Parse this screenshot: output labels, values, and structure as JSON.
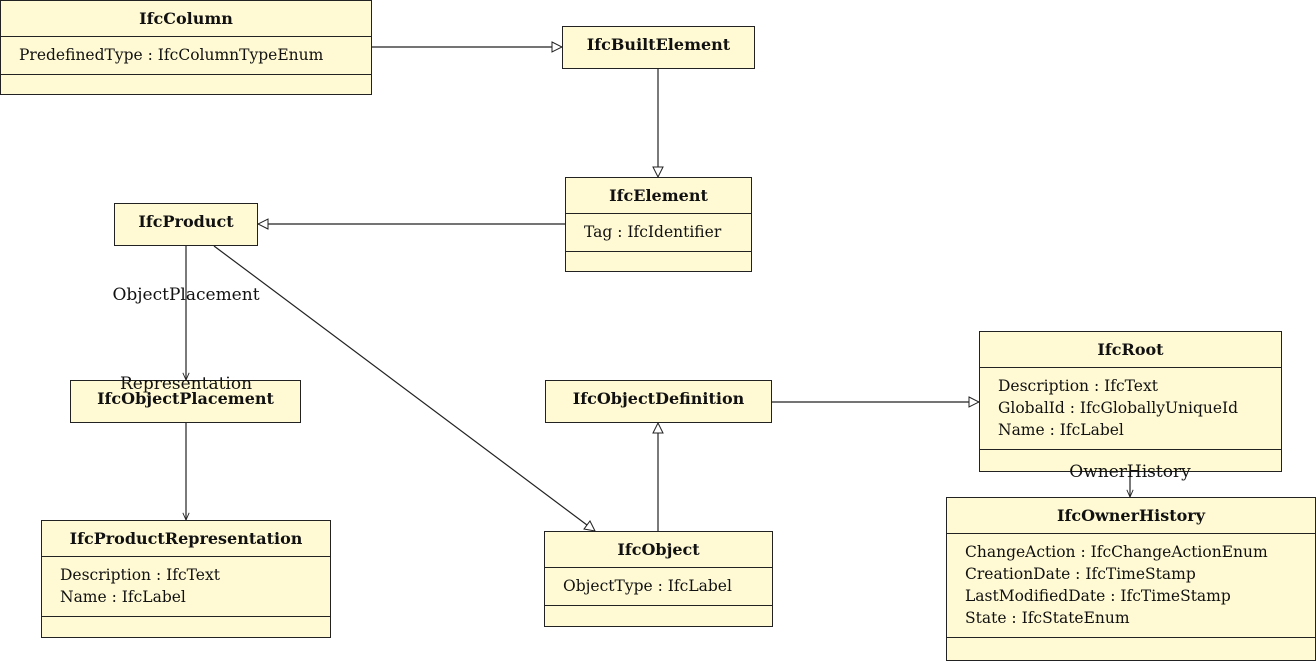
{
  "classes": {
    "ifc_column": {
      "name": "IfcColumn",
      "attrs": [
        "PredefinedType : IfcColumnTypeEnum"
      ]
    },
    "ifc_built_element": {
      "name": "IfcBuiltElement"
    },
    "ifc_element": {
      "name": "IfcElement",
      "attrs": [
        "Tag : IfcIdentifier"
      ]
    },
    "ifc_product": {
      "name": "IfcProduct"
    },
    "ifc_object_placement": {
      "name": "IfcObjectPlacement"
    },
    "ifc_product_representation": {
      "name": "IfcProductRepresentation",
      "attrs": [
        "Description : IfcText",
        "Name : IfcLabel"
      ]
    },
    "ifc_object_definition": {
      "name": "IfcObjectDefinition"
    },
    "ifc_object": {
      "name": "IfcObject",
      "attrs": [
        "ObjectType : IfcLabel"
      ]
    },
    "ifc_root": {
      "name": "IfcRoot",
      "attrs": [
        "Description : IfcText",
        "GlobalId : IfcGloballyUniqueId",
        "Name : IfcLabel"
      ]
    },
    "ifc_owner_history": {
      "name": "IfcOwnerHistory",
      "attrs": [
        "ChangeAction : IfcChangeActionEnum",
        "CreationDate : IfcTimeStamp",
        "LastModifiedDate : IfcTimeStamp",
        "State : IfcStateEnum"
      ]
    }
  },
  "associations": {
    "object_placement": "ObjectPlacement",
    "representation": "Representation",
    "owner_history": "OwnerHistory"
  },
  "colors": {
    "class_fill": "#fffad4",
    "line": "#222222"
  }
}
